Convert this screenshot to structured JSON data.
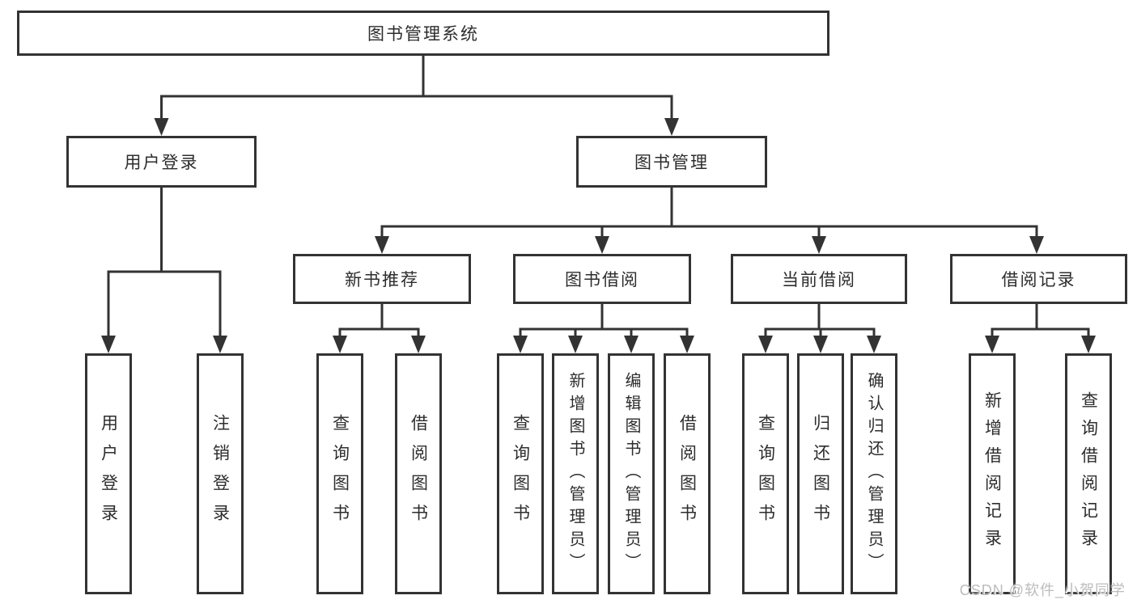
{
  "nodes": {
    "root": "图书管理系统",
    "level2": [
      "用户登录",
      "图书管理"
    ],
    "level3": [
      "新书推荐",
      "图书借阅",
      "当前借阅",
      "借阅记录"
    ],
    "leaves_login": [
      "用户登录",
      "注销登录"
    ],
    "leaves_newbook": [
      "查询图书",
      "借阅图书"
    ],
    "leaves_borrow": [
      "查询图书",
      "新增图书（管理员）",
      "编辑图书（管理员）",
      "借阅图书"
    ],
    "leaves_current": [
      "查询图书",
      "归还图书",
      "确认归还（管理员）"
    ],
    "leaves_records": [
      "新增借阅记录",
      "查询借阅记录"
    ]
  },
  "watermark": "CSDN @软件_小贺同学",
  "colors": {
    "line": "#333333",
    "box_border": "#333333",
    "text": "#2d2d2d",
    "watermark": "#bcbcbc",
    "background": "#ffffff"
  }
}
